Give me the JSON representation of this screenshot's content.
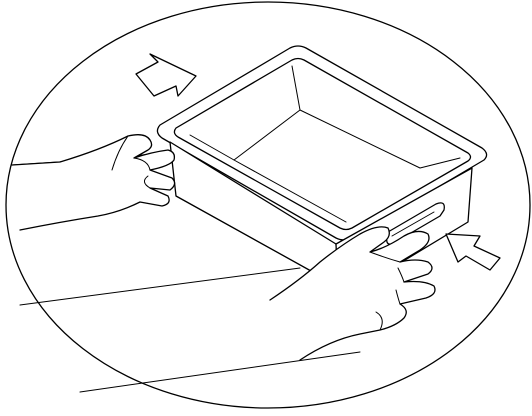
{
  "diagram": {
    "caption": "",
    "colors": {
      "line": "#000000",
      "background": "#ffffff"
    },
    "parts": [
      {
        "name": "oval-frame",
        "icon": "ellipse-border"
      },
      {
        "name": "tray",
        "icon": "rectangular-tray-with-rim"
      },
      {
        "name": "tray-handle",
        "icon": "recessed-slot-handle"
      },
      {
        "name": "left-hand",
        "icon": "hand-outline"
      },
      {
        "name": "right-hand",
        "icon": "hand-outline"
      },
      {
        "name": "arrow-left",
        "icon": "arrow-pointing-right-down"
      },
      {
        "name": "arrow-right",
        "icon": "arrow-pointing-left-up"
      }
    ]
  }
}
